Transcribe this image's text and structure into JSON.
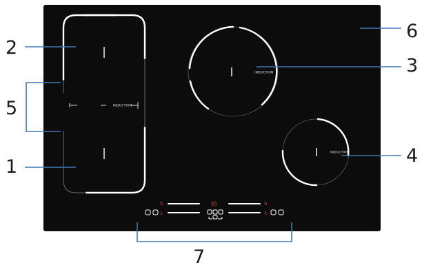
{
  "diagram": {
    "zone_label": "INDUCTION",
    "callouts": [
      {
        "id": "1",
        "label": "1"
      },
      {
        "id": "2",
        "label": "2"
      },
      {
        "id": "3",
        "label": "3"
      },
      {
        "id": "4",
        "label": "4"
      },
      {
        "id": "5",
        "label": "5"
      },
      {
        "id": "6",
        "label": "6"
      },
      {
        "id": "7",
        "label": "7"
      }
    ]
  },
  "colors": {
    "cooktop": "#0c0c0c",
    "zone_outline": "#ffffff",
    "leader_line": "#3d78b6",
    "control_indicator": "#d23a2a",
    "callout_text": "#1a1a1a"
  }
}
